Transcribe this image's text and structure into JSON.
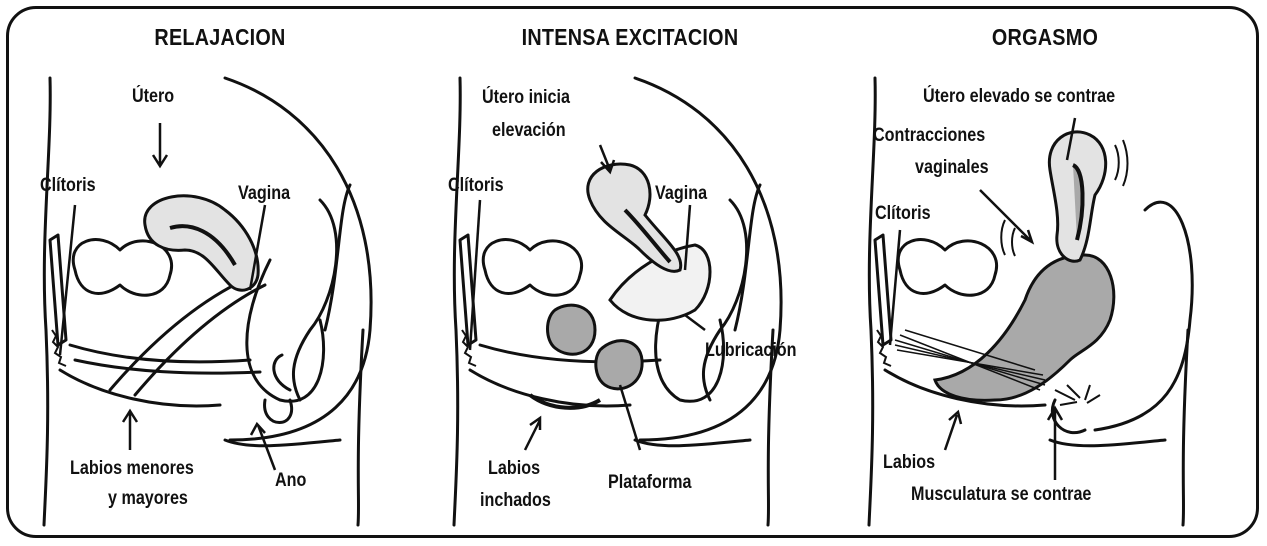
{
  "panels": [
    {
      "title": "RELAJACION",
      "labels": {
        "utero": "Útero",
        "clitoris": "Clítoris",
        "vagina": "Vagina",
        "labios_line1": "Labios menores",
        "labios_line2": "y mayores",
        "ano": "Ano"
      }
    },
    {
      "title": "INTENSA EXCITACION",
      "labels": {
        "utero_line1": "Útero inicia",
        "utero_line2": "elevación",
        "clitoris": "Clítoris",
        "vagina": "Vagina",
        "lubricacion": "Lubricación",
        "labios_line1": "Labios",
        "labios_line2": "inchados",
        "plataforma": "Plataforma"
      }
    },
    {
      "title": "ORGASMO",
      "labels": {
        "utero": "Útero elevado se contrae",
        "contracciones_line1": "Contracciones",
        "contracciones_line2": "vaginales",
        "clitoris": "Clítoris",
        "labios": "Labios",
        "musculatura": "Musculatura se contrae"
      }
    }
  ],
  "colors": {
    "line": "#111111",
    "uterus_fill": "#e3e3e3",
    "engorged_fill": "#a9a9a9"
  }
}
